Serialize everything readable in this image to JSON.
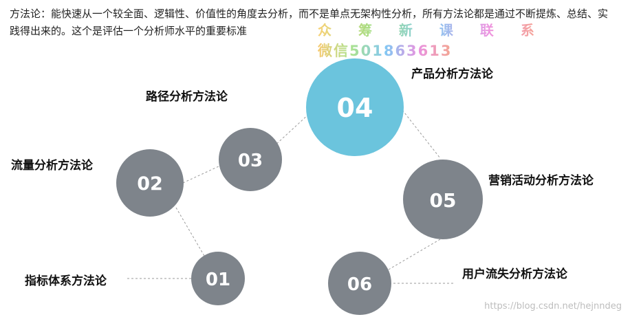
{
  "intro_text": "方法论：能快速从一个较全面、逻辑性、价值性的角度去分析，而不是单点无架构性分析，所有方法论都是通过不断提炼、总结、实践得出来的。这个是评估一个分析师水平的重要标准",
  "watermark": {
    "line1": "众 筹 新 课 联 系",
    "line2": "微信501863613"
  },
  "nodes": [
    {
      "id": "01",
      "label": "01",
      "method": "指标体系方法论",
      "color": "#7e848b"
    },
    {
      "id": "02",
      "label": "02",
      "method": "流量分析方法论",
      "color": "#7e848b"
    },
    {
      "id": "03",
      "label": "03",
      "method": "路径分析方法论",
      "color": "#7e848b"
    },
    {
      "id": "04",
      "label": "04",
      "method": "产品分析方法论",
      "color": "#6bc4dd"
    },
    {
      "id": "05",
      "label": "05",
      "method": "营销活动分析方法论",
      "color": "#7e848b"
    },
    {
      "id": "06",
      "label": "06",
      "method": "用户流失分析方法论",
      "color": "#7e848b"
    }
  ],
  "credit": "https://blog.csdn.net/hejnndeg"
}
